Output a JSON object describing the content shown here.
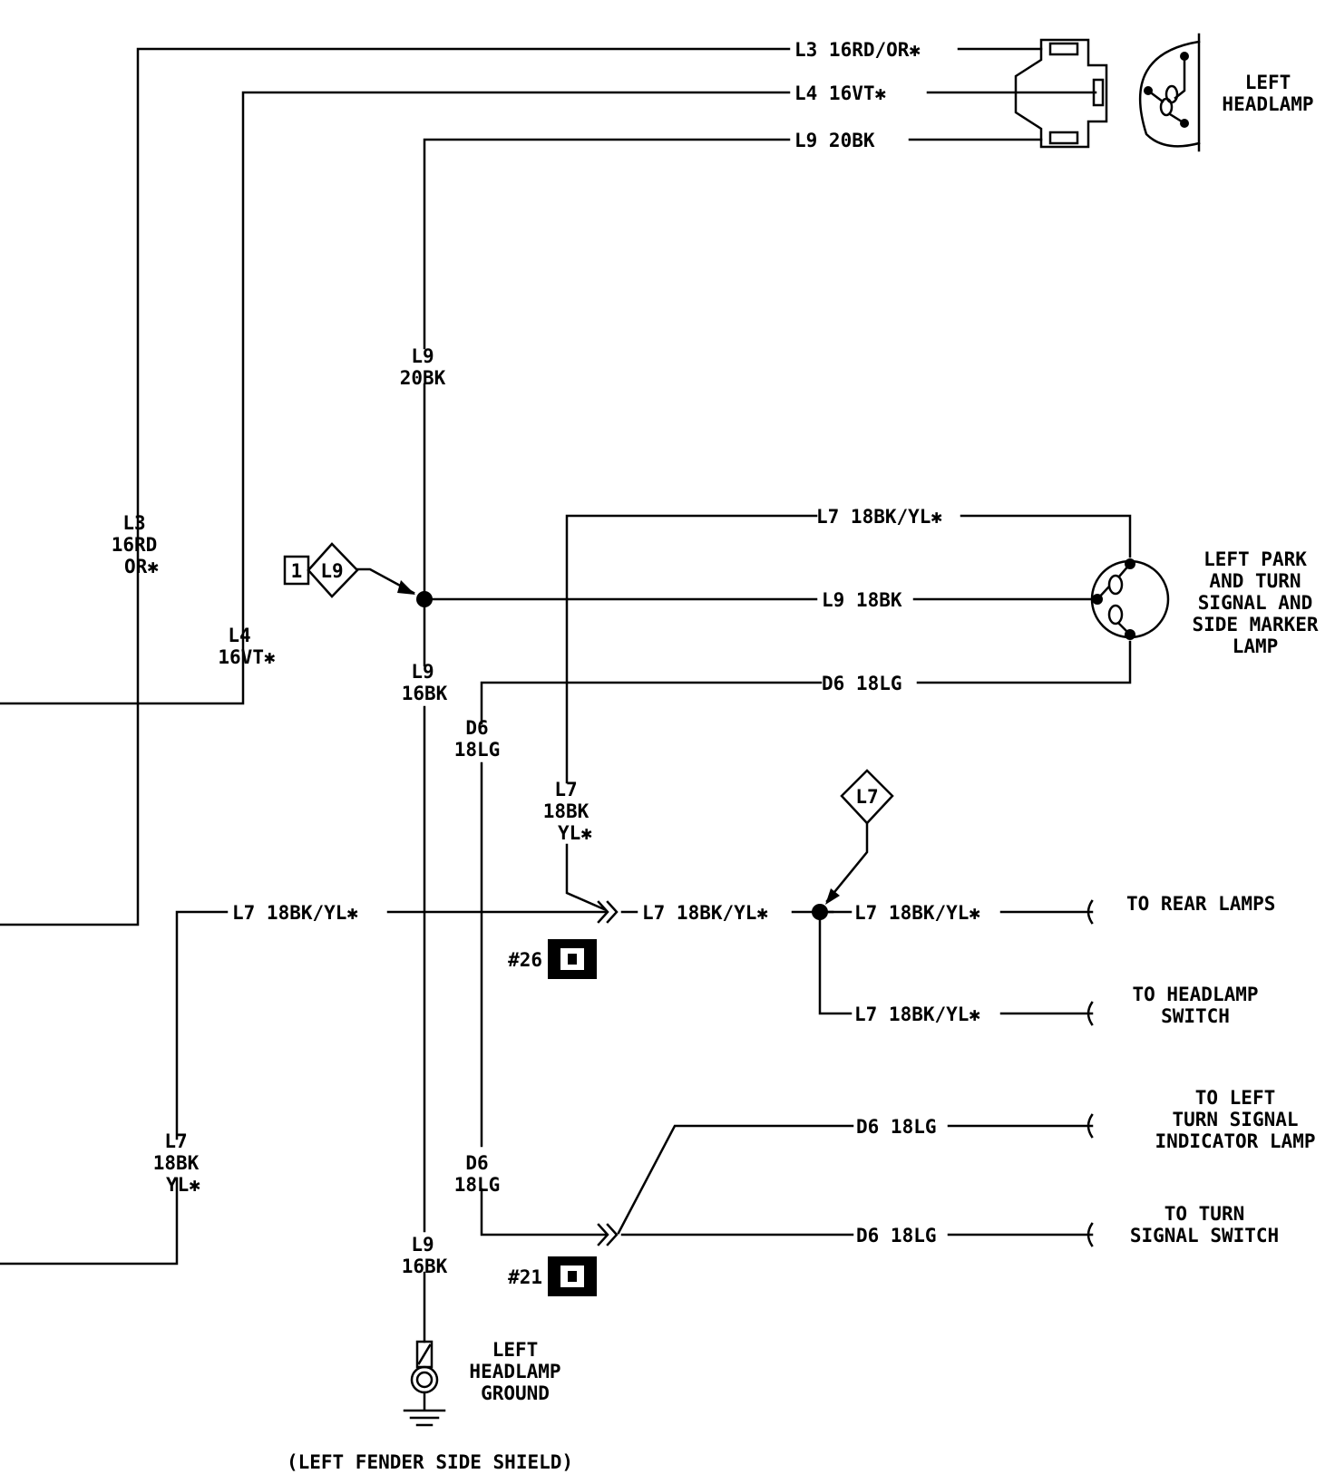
{
  "colors": {
    "wire": "#000000",
    "background": "#ffffff"
  },
  "top_wires": {
    "l3": "L3 16RD/OR✱",
    "l4": "L4 16VT✱",
    "l9": "L9 20BK"
  },
  "vertical_labels": {
    "l3": [
      "L3",
      "16RD",
      "OR✱"
    ],
    "l4": [
      "L4",
      "16VT✱"
    ],
    "l9_top": [
      "L9",
      "20BK"
    ],
    "l9_mid": [
      "L9",
      "16BK"
    ],
    "l9_bottom": [
      "L9",
      "16BK"
    ],
    "d6_upper": [
      "D6",
      "18LG"
    ],
    "d6_lower": [
      "D6",
      "18LG"
    ],
    "l7_mid": [
      "L7",
      "18BK",
      "YL✱"
    ],
    "l7_left": [
      "L7",
      "18BK",
      "YL✱"
    ]
  },
  "park_lamp_wires": {
    "l7": "L7 18BK/YL✱",
    "l9": "L9 18BK",
    "d6": "D6 18LG"
  },
  "l7_run": {
    "left": "L7 18BK/YL✱",
    "after_connector": "L7 18BK/YL✱",
    "to_rear": "L7 18BK/YL✱",
    "to_switch": "L7 18BK/YL✱"
  },
  "d6_run": {
    "indicator": "D6 18LG",
    "switch": "D6 18LG"
  },
  "splice_refs": {
    "l9_box": "1",
    "l9_diamond": "L9",
    "l7_diamond": "L7"
  },
  "connectors": {
    "c26": "#26",
    "c21": "#21"
  },
  "components": {
    "headlamp": [
      "LEFT",
      "HEADLAMP"
    ],
    "park_lamp": [
      "LEFT PARK",
      "AND TURN",
      "SIGNAL AND",
      "SIDE MARKER",
      "LAMP"
    ],
    "ground": [
      "LEFT",
      "HEADLAMP",
      "GROUND"
    ],
    "ground_location": "(LEFT FENDER SIDE SHIELD)"
  },
  "destinations": {
    "rear_lamps": [
      "TO REAR LAMPS"
    ],
    "headlamp_switch": [
      "TO HEADLAMP",
      "SWITCH"
    ],
    "turn_indicator": [
      "TO LEFT",
      "TURN SIGNAL",
      "INDICATOR LAMP"
    ],
    "turn_switch": [
      "TO TURN",
      "SIGNAL SWITCH"
    ]
  }
}
